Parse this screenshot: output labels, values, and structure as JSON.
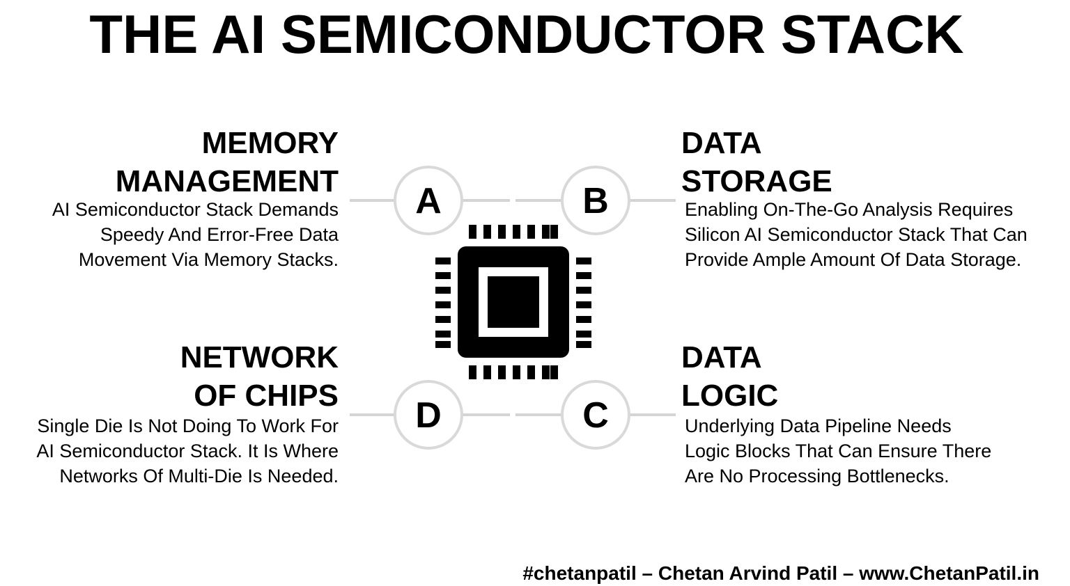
{
  "title": "THE AI SEMICONDUCTOR STACK",
  "sections": {
    "a": {
      "letter": "A",
      "heading_line1": "MEMORY",
      "heading_line2": "MANAGEMENT",
      "body_line1": "AI Semiconductor Stack Demands",
      "body_line2": "Speedy And Error-Free Data",
      "body_line3": "Movement Via Memory Stacks."
    },
    "b": {
      "letter": "B",
      "heading_line1": "DATA",
      "heading_line2": "STORAGE",
      "body_line1": "Enabling On-The-Go Analysis Requires",
      "body_line2": "Silicon AI Semiconductor Stack That Can",
      "body_line3": "Provide Ample Amount Of Data Storage."
    },
    "c": {
      "letter": "C",
      "heading_line1": "DATA",
      "heading_line2": "LOGIC",
      "body_line1": "Underlying Data Pipeline Needs",
      "body_line2": "Logic Blocks That Can Ensure There",
      "body_line3": "Are No Processing Bottlenecks."
    },
    "d": {
      "letter": "D",
      "heading_line1": "NETWORK",
      "heading_line2": "OF CHIPS",
      "body_line1": "Single Die Is Not Doing To Work For",
      "body_line2": "AI Semiconductor Stack. It Is Where",
      "body_line3": "Networks Of Multi-Die Is Needed."
    }
  },
  "center_icon": "microchip-icon",
  "footer": "#chetanpatil – Chetan Arvind Patil – www.ChetanPatil.in",
  "colors": {
    "text": "#000000",
    "background": "#ffffff",
    "connector": "#d4d4d4",
    "circle_border": "#d9d9d9"
  }
}
